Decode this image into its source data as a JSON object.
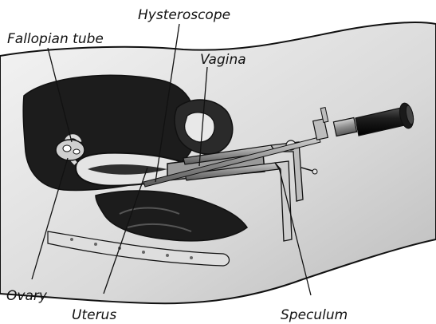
{
  "labels": {
    "hysteroscope": "Hysteroscope",
    "fallopian_tube": "Fallopian tube",
    "vagina": "Vagina",
    "ovary": "Ovary",
    "uterus": "Uterus",
    "speculum": "Speculum"
  },
  "colors": {
    "skin_light": "#e8e8e8",
    "skin_mid": "#bdbdbd",
    "tissue_dark": "#1c1c1c",
    "outline": "#111111",
    "instrument": "#8a8a8a"
  }
}
